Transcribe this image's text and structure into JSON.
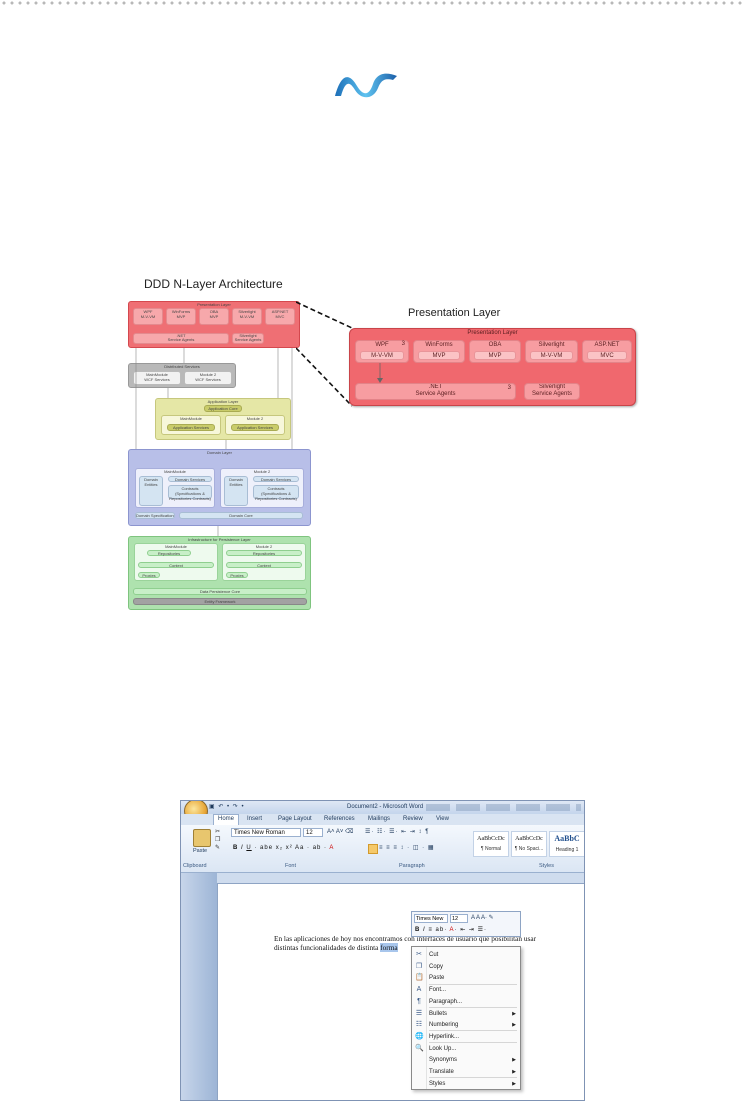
{
  "logo": {
    "name": "dotnet-logo-icon"
  },
  "architecture": {
    "title": "DDD N-Layer Architecture",
    "presentation_layer_title": "Presentation Layer",
    "presentation": {
      "layer_label": "Presentation Layer",
      "items": [
        {
          "name": "WPF",
          "pattern": "M-V-VM",
          "badge": "3"
        },
        {
          "name": "WinForms",
          "pattern": "MVP",
          "badge": ""
        },
        {
          "name": "OBA",
          "pattern": "MVP",
          "badge": ""
        },
        {
          "name": "Silverlight",
          "pattern": "M-V-VM",
          "badge": ""
        },
        {
          "name": "ASP.NET",
          "pattern": "MVC",
          "badge": ""
        }
      ],
      "agents": [
        {
          "label": ".NET\nService Agents",
          "badge": "3"
        },
        {
          "label": "Silverlight\nService Agents",
          "badge": ""
        }
      ]
    },
    "distributed": {
      "label": "Distributed Services",
      "modules": [
        "MainModule",
        "Module 2"
      ],
      "services": [
        "WCF Services",
        "WCF Services"
      ]
    },
    "application": {
      "label": "Application Layer",
      "core": "Application Core",
      "modules": [
        "MainModule",
        "Module 2"
      ],
      "services": [
        "Application Services",
        "Application Services"
      ]
    },
    "domain": {
      "label": "Domain Layer",
      "modules": [
        "MainModule",
        "Module 2"
      ],
      "services": "Domain Services",
      "entities": "Domain Entities",
      "contracts": "Contracts (Specifications & Repositories Contracts)",
      "specifications": "Domain Specifications",
      "core": "Domain Core"
    },
    "infrastructure": {
      "label": "Infrastructure for Persistence Layer",
      "modules": [
        "MainModule",
        "Module 2"
      ],
      "repositories": "Repositories",
      "context": "Context",
      "proxies": "Proxies",
      "data_core": "Data Persistence Core",
      "framework": "Entity Framework"
    }
  },
  "word": {
    "title": "Document2 - Microsoft Word",
    "tabs": [
      "Home",
      "Insert",
      "Page Layout",
      "References",
      "Mailings",
      "Review",
      "View"
    ],
    "font_name": "Times New Roman",
    "font_size": "12",
    "groups": [
      "Clipboard",
      "Font",
      "Paragraph",
      "Styles"
    ],
    "paste_label": "Paste",
    "styles": [
      {
        "preview": "AaBbCcDc",
        "name": "¶ Normal"
      },
      {
        "preview": "AaBbCcDc",
        "name": "¶ No Spaci..."
      },
      {
        "preview": "AaBbC",
        "name": "Heading 1"
      }
    ],
    "doc_line1": "En las aplicaciones de hoy nos encontramos con interfaces de usuario que posibilitan usar",
    "doc_line2_before": "distintas funcionalidades de distinta ",
    "doc_line2_selected": "forma",
    "mini_toolbar": {
      "font": "Times New",
      "size": "12"
    },
    "context_menu": [
      {
        "label": "Cut",
        "icon": "cut-icon",
        "glyph": "✂",
        "arrow": false,
        "sep": false
      },
      {
        "label": "Copy",
        "icon": "copy-icon",
        "glyph": "❐",
        "arrow": false,
        "sep": false
      },
      {
        "label": "Paste",
        "icon": "paste-icon",
        "glyph": "📋",
        "arrow": false,
        "sep": true
      },
      {
        "label": "Font...",
        "icon": "font-icon",
        "glyph": "A",
        "arrow": false,
        "sep": false
      },
      {
        "label": "Paragraph...",
        "icon": "paragraph-icon",
        "glyph": "¶",
        "arrow": false,
        "sep": true
      },
      {
        "label": "Bullets",
        "icon": "bullets-icon",
        "glyph": "☰",
        "arrow": true,
        "sep": false
      },
      {
        "label": "Numbering",
        "icon": "numbering-icon",
        "glyph": "☷",
        "arrow": true,
        "sep": true
      },
      {
        "label": "Hyperlink...",
        "icon": "hyperlink-icon",
        "glyph": "🌐",
        "arrow": false,
        "sep": true
      },
      {
        "label": "Look Up...",
        "icon": "lookup-icon",
        "glyph": "🔍",
        "arrow": false,
        "sep": false
      },
      {
        "label": "Synonyms",
        "icon": "",
        "glyph": "",
        "arrow": true,
        "sep": false
      },
      {
        "label": "Translate",
        "icon": "",
        "glyph": "",
        "arrow": true,
        "sep": true
      },
      {
        "label": "Styles",
        "icon": "",
        "glyph": "",
        "arrow": true,
        "sep": false
      }
    ]
  }
}
